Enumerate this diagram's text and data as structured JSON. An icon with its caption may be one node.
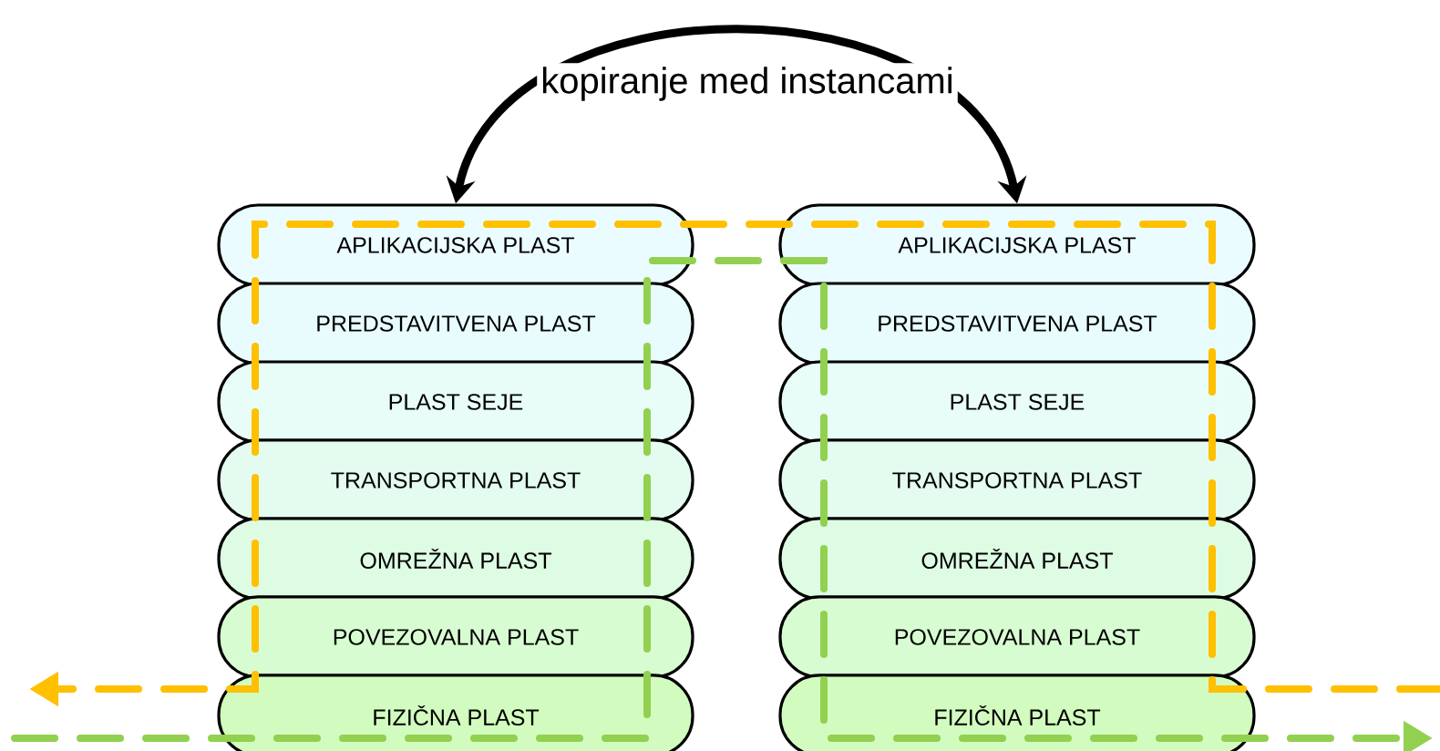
{
  "diagram": {
    "nodes": [
      {
        "text": [
          "APLIKACIJSKA PLAST"
        ]
      },
      {
        "text": [
          "PREDSTAVITVENA PLAST"
        ]
      },
      {
        "text": [
          "PLAST SEJE"
        ]
      },
      {
        "text": [
          "TRANSPORTNA PLAST"
        ]
      },
      {
        "text": [
          "OMREŽNA PLAST"
        ]
      },
      {
        "text": [
          "POVEZOVALNA PLAST"
        ]
      },
      {
        "text": [
          "FIZIČNA PLAST"
        ]
      },
      {
        "text": [
          "APLIKACIJSKA PLAST"
        ]
      },
      {
        "text": [
          "PREDSTAVITVENA PLAST"
        ]
      },
      {
        "text": [
          "PLAST SEJE"
        ]
      },
      {
        "text": [
          "TRANSPORTNA PLAST"
        ]
      },
      {
        "text": [
          "OMREŽNA PLAST"
        ]
      },
      {
        "text": [
          "POVEZOVALNA PLAST"
        ]
      },
      {
        "text": [
          "FIZIČNA PLAST"
        ]
      }
    ],
    "edges": [
      {
        "from": 0,
        "to": 7,
        "arrow": "both",
        "label": "kopiranje med instancami"
      }
    ]
  }
}
